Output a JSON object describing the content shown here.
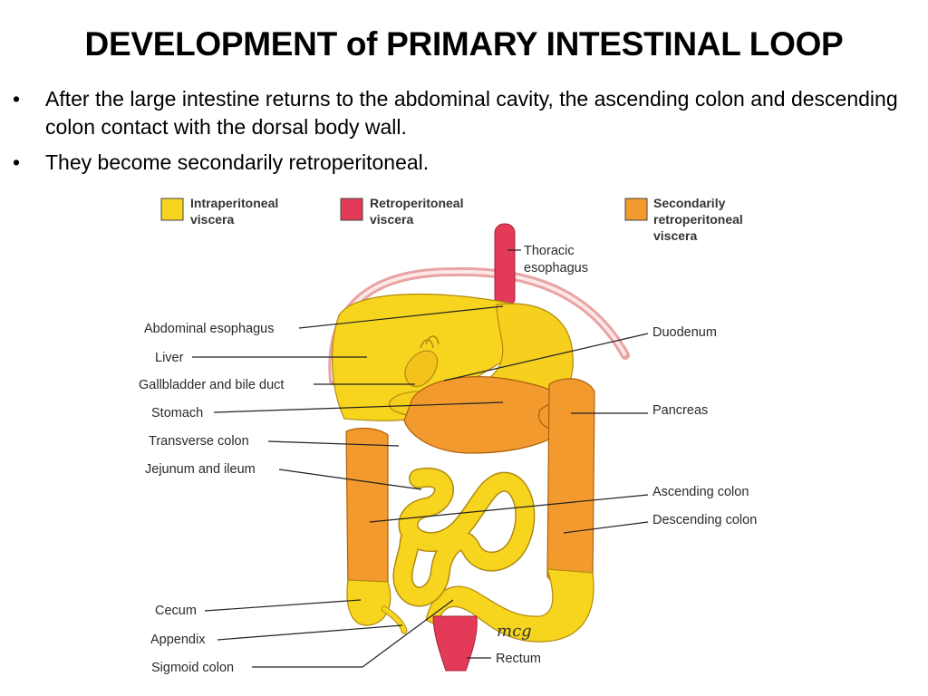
{
  "title": "DEVELOPMENT of PRIMARY INTESTINAL LOOP",
  "bullets": [
    {
      "marker": "•",
      "text": "After the large intestine returns to the abdominal cavity, the ascending colon and descending colon contact with the dorsal body wall."
    },
    {
      "marker": "•",
      "text": "They  become secondarily retroperitoneal."
    }
  ],
  "legend": {
    "intraperitoneal": {
      "line1": "Intraperitoneal",
      "line2": "viscera",
      "color": "#f7d51e"
    },
    "retroperitoneal": {
      "line1": "Retroperitoneal",
      "line2": "viscera",
      "color": "#e33a57"
    },
    "secondarily": {
      "line1": "Secondarily",
      "line2": "retroperitoneal",
      "line3": "viscera",
      "color": "#f29a2e"
    }
  },
  "labels": {
    "thoracic_esophagus_1": "Thoracic",
    "thoracic_esophagus_2": "esophagus",
    "abdominal_esophagus": "Abdominal esophagus",
    "liver": "Liver",
    "gallbladder": "Gallbladder and bile duct",
    "stomach": "Stomach",
    "transverse_colon": "Transverse colon",
    "jejunum_ileum": "Jejunum and ileum",
    "cecum": "Cecum",
    "appendix": "Appendix",
    "sigmoid_colon": "Sigmoid colon",
    "duodenum": "Duodenum",
    "pancreas": "Pancreas",
    "ascending_colon": "Ascending colon",
    "descending_colon": "Descending colon",
    "rectum": "Rectum"
  },
  "signature": "mcg"
}
